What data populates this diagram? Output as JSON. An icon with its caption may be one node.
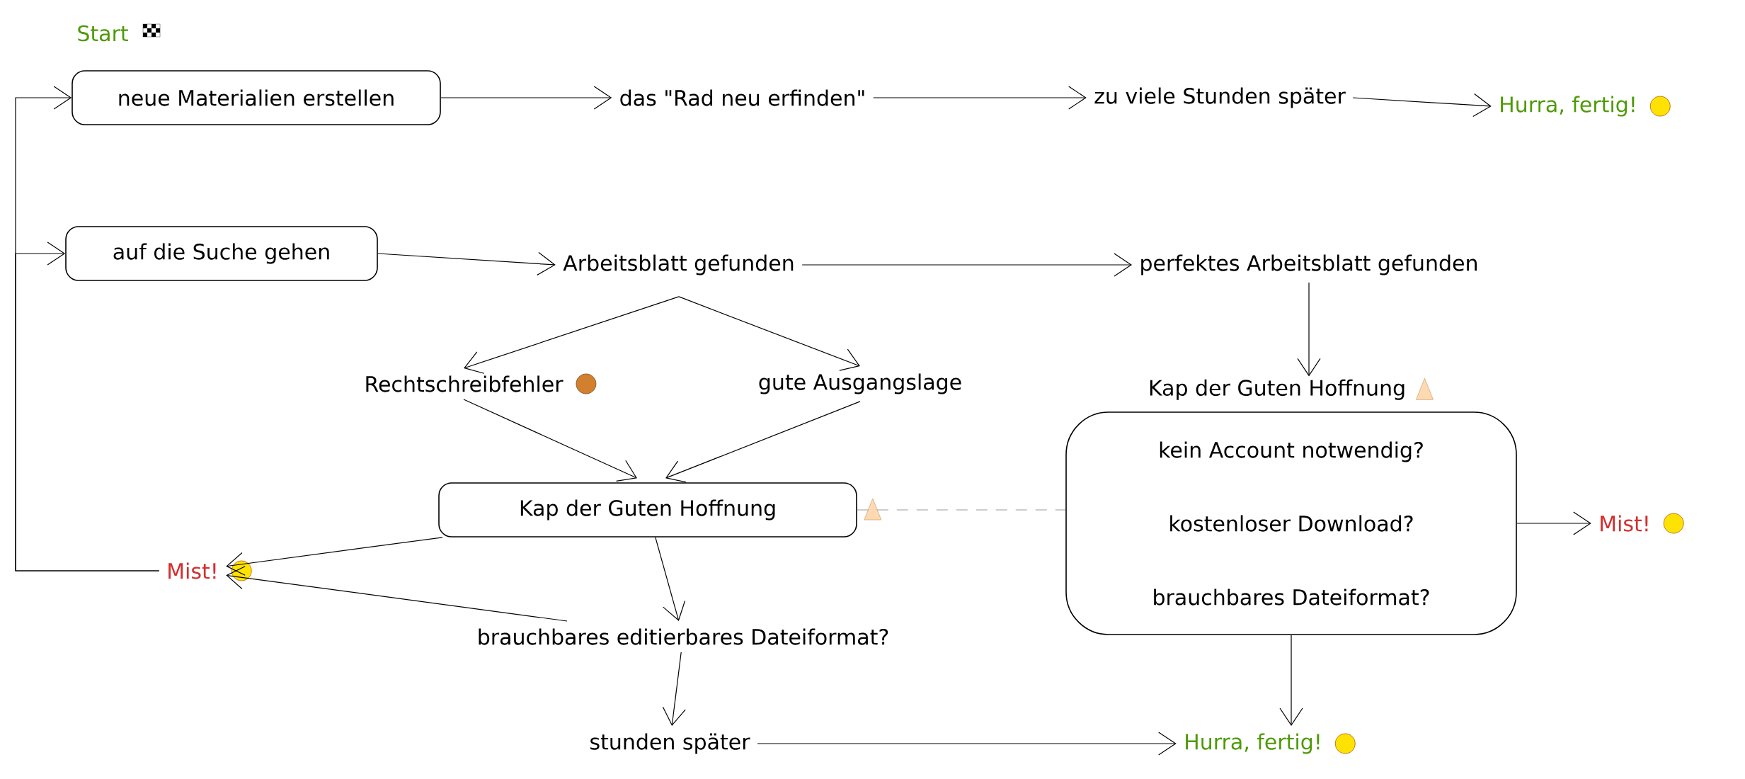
{
  "diagram": {
    "nodes": [
      {
        "text": [
          "neue Materialien erstellen"
        ]
      },
      {
        "text": [
          "das \"Rad neu erfinden\""
        ]
      },
      {
        "text": [
          "zu viele Stunden später"
        ]
      },
      {
        "text": [
          "Hurra, fertig!"
        ]
      },
      {
        "text": [
          "auf die Suche gehen"
        ]
      },
      {
        "text": [
          "Arbeitsblatt gefunden"
        ]
      },
      {
        "text": [
          "perfektes Arbeitsblatt gefunden"
        ]
      },
      {
        "text": [
          "Rechtschreibfehler"
        ]
      },
      {
        "text": [
          "gute Ausgangslage"
        ]
      },
      {
        "text": [
          "Kap der Guten Hoffnung"
        ]
      },
      {
        "text": [
          "Mist!"
        ]
      },
      {
        "text": [
          "brauchbares editierbares Dateiformat?"
        ]
      },
      {
        "text": [
          "stunden später"
        ]
      },
      {
        "text": [
          "Hurra, fertig!"
        ]
      },
      {
        "text": [
          "Kap der Guten Hoffnung",
          "kein Account notwendig?",
          "kostenloser Download?",
          "brauchbares Dateiformat?"
        ]
      },
      {
        "text": [
          "Mist!"
        ]
      }
    ],
    "edges": [
      {
        "from": 0,
        "to": 1,
        "arrow": "to"
      },
      {
        "from": 1,
        "to": 2,
        "arrow": "to"
      },
      {
        "from": 2,
        "to": 3,
        "arrow": "to"
      },
      {
        "from": 4,
        "to": 5,
        "arrow": "to"
      },
      {
        "from": 5,
        "to": 6,
        "arrow": "to"
      },
      {
        "from": 5,
        "to": 7,
        "arrow": "to"
      },
      {
        "from": 5,
        "to": 8,
        "arrow": "to"
      },
      {
        "from": 7,
        "to": 9,
        "arrow": "to"
      },
      {
        "from": 8,
        "to": 9,
        "arrow": "to"
      },
      {
        "from": 6,
        "to": 14,
        "arrow": "to"
      },
      {
        "from": 9,
        "to": 10,
        "arrow": "to"
      },
      {
        "from": 9,
        "to": 14,
        "arrow": "none",
        "style": "dashed",
        "color": "#999999"
      },
      {
        "from": 9,
        "to": 11,
        "arrow": "to"
      },
      {
        "from": 11,
        "to": 10,
        "arrow": "to"
      },
      {
        "from": 11,
        "to": 12,
        "arrow": "to"
      },
      {
        "from": 12,
        "to": 13,
        "arrow": "to"
      },
      {
        "from": 14,
        "to": 15,
        "arrow": "to"
      },
      {
        "from": 14,
        "to": 13,
        "arrow": "to"
      },
      {
        "from": 10,
        "to": 0,
        "arrow": "to"
      },
      {
        "from": 10,
        "to": 4,
        "arrow": "to"
      }
    ],
    "labels": [
      "Start"
    ]
  }
}
